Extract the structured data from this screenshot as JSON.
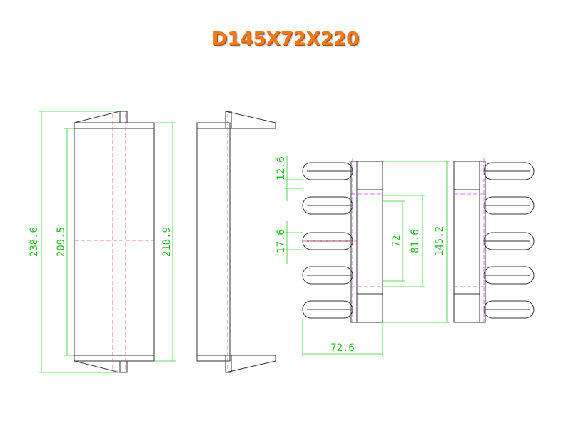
{
  "title": "D145X72X220",
  "dims": {
    "overall_height": "238.6",
    "inner_height": "209.5",
    "body_height": "218.9",
    "fin_pitch": "12.6",
    "fin_gap": "17.6",
    "core_72": "72",
    "core_81": "81.6",
    "total_145": "145.2",
    "width_726": "72.6"
  },
  "colors": {
    "title": "#f07818",
    "dimension": "#33cc33",
    "outline": "#333333"
  }
}
